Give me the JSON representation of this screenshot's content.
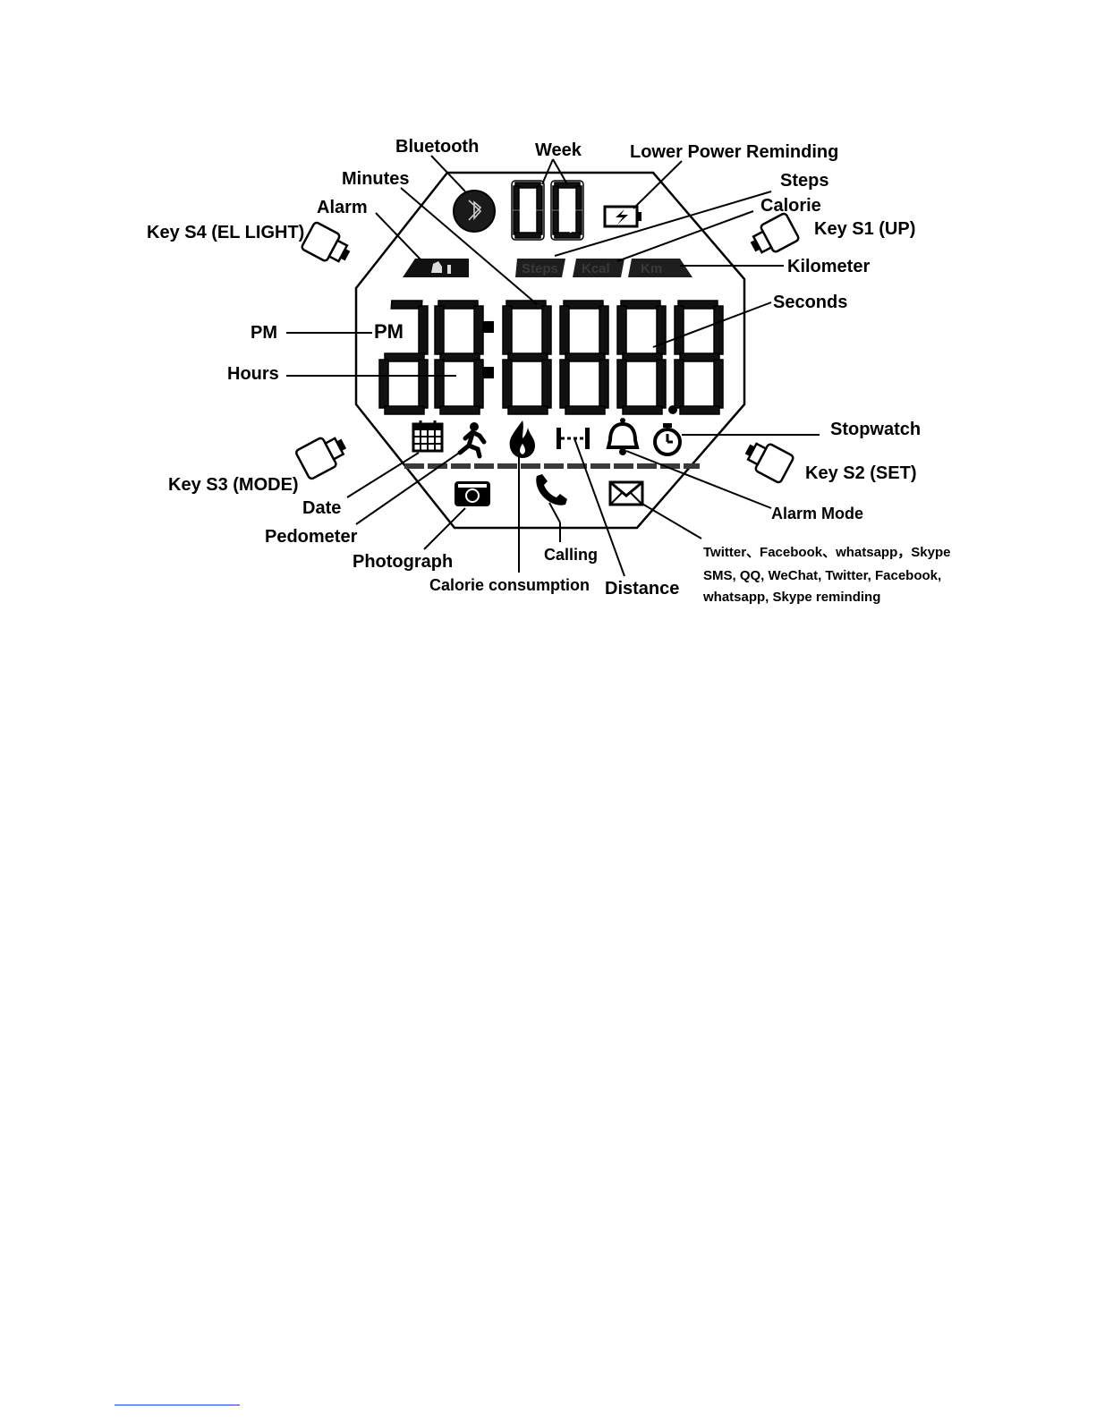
{
  "labels": {
    "bluetooth": "Bluetooth",
    "week": "Week",
    "lower_power": "Lower Power Reminding",
    "minutes": "Minutes",
    "steps": "Steps",
    "alarm": "Alarm",
    "calorie": "Calorie",
    "key_s4": "Key S4 (EL LIGHT)",
    "key_s1": "Key S1 (UP)",
    "kilometer": "Kilometer",
    "seconds": "Seconds",
    "pm": "PM",
    "hours": "Hours",
    "stopwatch": "Stopwatch",
    "key_s3": "Key S3 (MODE)",
    "key_s2": "Key S2 (SET)",
    "date": "Date",
    "alarm_mode": "Alarm Mode",
    "pedometer": "Pedometer",
    "photograph": "Photograph",
    "calling": "Calling",
    "calorie_consumption": "Calorie consumption",
    "distance": "Distance",
    "social_line1": "Twitter、Facebook、whatsapp，Skype",
    "social_line2": "SMS, QQ, WeChat, Twitter, Facebook,",
    "social_line3": "whatsapp, Skype reminding"
  },
  "lcd": {
    "pm_indicator": "PM",
    "steps_segment": "Steps",
    "kcal_segment": "Kcal",
    "km_segment": "Km"
  },
  "colors": {
    "ink": "#000000",
    "background": "#ffffff",
    "footer_link_line": "#1a3cff"
  },
  "icons": [
    "bluetooth-icon",
    "battery-icon",
    "alarm-segment-icon",
    "calendar-icon",
    "runner-icon",
    "flame-icon",
    "distance-icon",
    "bell-icon",
    "stopwatch-icon",
    "camera-icon",
    "phone-icon",
    "envelope-icon",
    "button-key-icon"
  ]
}
